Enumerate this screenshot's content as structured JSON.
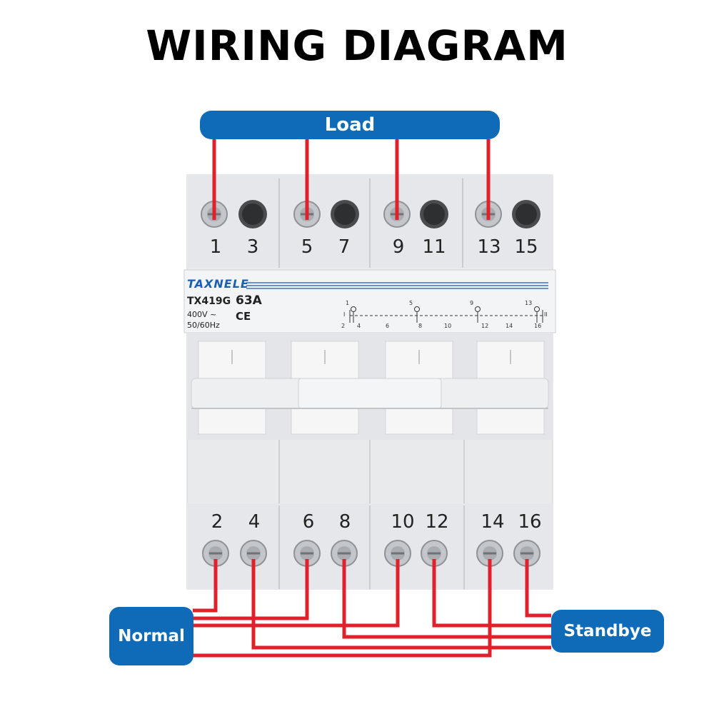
{
  "title": "WIRING DIAGRAM",
  "labels": {
    "load": "Load",
    "normal": "Normal",
    "standby": "Standbye"
  },
  "device": {
    "brand": "TAXNELE",
    "model": "TX419G",
    "rating": "63A",
    "voltage": "400V ~",
    "frequency": "50/60Hz",
    "mark": "CE"
  },
  "top_terminals": [
    "1",
    "3",
    "5",
    "7",
    "9",
    "11",
    "13",
    "15"
  ],
  "bottom_terminals": [
    "2",
    "4",
    "6",
    "8",
    "10",
    "12",
    "14",
    "16"
  ],
  "schematic": {
    "top": [
      "1",
      "5",
      "9",
      "13"
    ],
    "bottom": [
      "2",
      "4",
      "6",
      "8",
      "10",
      "12",
      "14",
      "16"
    ],
    "left_mark": "I",
    "right_mark": "II"
  },
  "colors": {
    "wire": "#e0202a",
    "label_box": "#0f6bb8",
    "body": "#e9eaec",
    "brand": "#1a5fb0"
  }
}
